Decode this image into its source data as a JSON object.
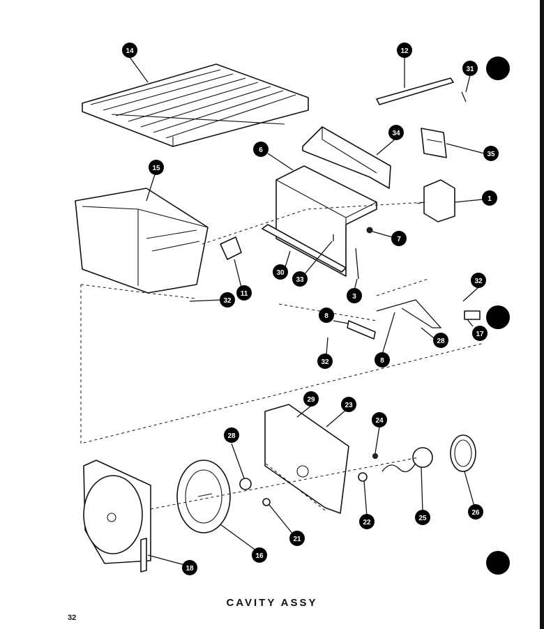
{
  "caption": "CAVITY ASSY",
  "page_number": "32",
  "callouts": [
    "14",
    "12",
    "31",
    "6",
    "34",
    "35",
    "15",
    "1",
    "7",
    "11",
    "30",
    "33",
    "3",
    "32",
    "32",
    "8",
    "8",
    "28",
    "17",
    "32",
    "29",
    "23",
    "24",
    "28",
    "22",
    "25",
    "26",
    "21",
    "16",
    "18"
  ]
}
